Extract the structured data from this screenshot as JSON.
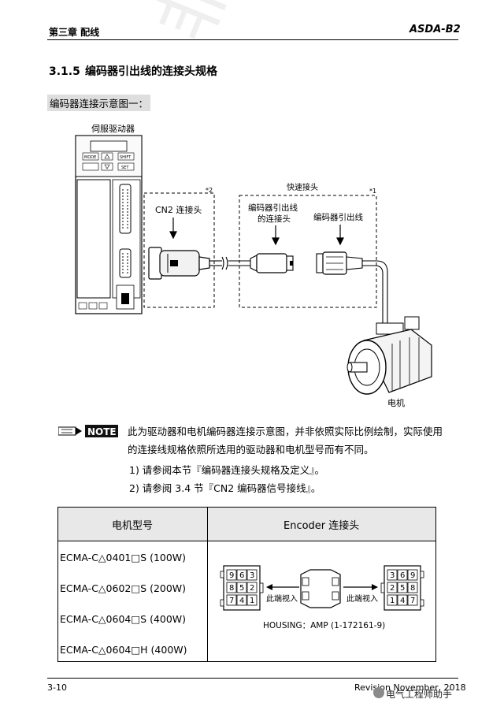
{
  "header": {
    "chapter": "第三章  配线",
    "brand": "ASDA-B2"
  },
  "section": {
    "number": "3.1.5",
    "title": "编码器引出线的连接头规格"
  },
  "diagram": {
    "subtitle": "编码器连接示意图一：",
    "drive_label": "伺服驱动器",
    "quick_connector_label": "快速接头",
    "footnote_1": "*1",
    "footnote_2": "*2",
    "cn2_label": "CN2 连接头",
    "encoder_lead_connector_label_1": "编码器引出线",
    "encoder_lead_connector_label_2": "的连接头",
    "encoder_lead_label": "编码器引出线",
    "motor_label": "电机",
    "drive_buttons": [
      "MODE",
      "SHIFT",
      "SET"
    ]
  },
  "note": {
    "icon": "note-icon",
    "icon_text": "NOTE",
    "text_line1": "此为驱动器和电机编码器连接示意图，并非依照实际比例绘制，实际使用",
    "text_line2": "的连接线规格依照所选用的驱动器和电机型号而有不同。",
    "item1": "1)  请参阅本节『编码器连接头规格及定义』。",
    "item2": "2)  请参阅 3.4 节『CN2 编码器信号接线』。"
  },
  "table": {
    "col_model": "电机型号",
    "col_encoder": "Encoder  连接头",
    "models": [
      "ECMA-C△0401□S (100W)",
      "ECMA-C△0602□S (200W)",
      "ECMA-C△0604□S (400W)",
      "ECMA-C△0604□H (400W)"
    ],
    "left_pins": [
      [
        "9",
        "6",
        "3"
      ],
      [
        "8",
        "5",
        "2"
      ],
      [
        "7",
        "4",
        "1"
      ]
    ],
    "right_pins": [
      [
        "3",
        "6",
        "9"
      ],
      [
        "2",
        "5",
        "8"
      ],
      [
        "1",
        "4",
        "7"
      ]
    ],
    "view_left": "此端视入",
    "view_right": "此端视入",
    "housing": "HOUSING：AMP (1-172161-9)"
  },
  "footer": {
    "page": "3-10",
    "revision": "Revision  November, 2018"
  },
  "watermark": {
    "text": "非会员水印"
  },
  "wechat": {
    "account": "电气工程师助手",
    "icon": "wechat-icon"
  }
}
